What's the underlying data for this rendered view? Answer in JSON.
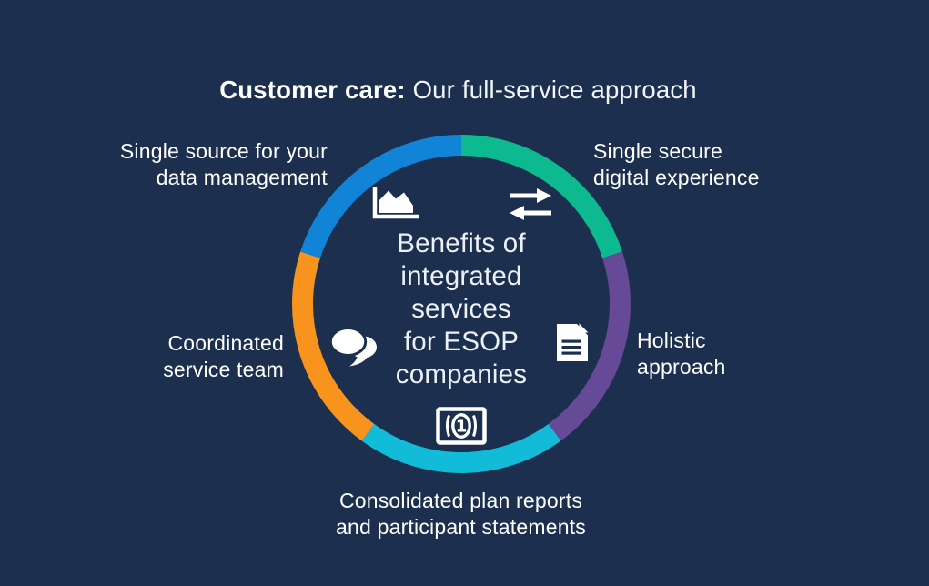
{
  "colors": {
    "background": "#1C2F4E",
    "text": "#FFFFFF",
    "center_text": "#EDF1F6",
    "icon": "#FFFFFF",
    "segment_green": "#0DBA90",
    "segment_purple": "#664A97",
    "segment_cyan": "#12BCD8",
    "segment_orange": "#F8941D",
    "segment_blue": "#1184D8"
  },
  "title": {
    "bold": "Customer care:",
    "regular": " Our full-service approach"
  },
  "center_text": {
    "lines": [
      "Benefits of",
      "integrated",
      "services",
      "for ESOP",
      "companies"
    ]
  },
  "ring": {
    "segments": [
      {
        "name": "single-secure-digital-experience",
        "color": "#0DBA90",
        "start_deg": 0,
        "end_deg": 72
      },
      {
        "name": "holistic-approach",
        "color": "#664A97",
        "start_deg": 72,
        "end_deg": 144
      },
      {
        "name": "consolidated-plan-reports",
        "color": "#12BCD8",
        "start_deg": 144,
        "end_deg": 216
      },
      {
        "name": "coordinated-service-team",
        "color": "#F8941D",
        "start_deg": 216,
        "end_deg": 288
      },
      {
        "name": "single-source-data-management",
        "color": "#1184D8",
        "start_deg": 288,
        "end_deg": 360
      }
    ]
  },
  "labels": {
    "top_left": {
      "line1": "Single source for your",
      "line2": "data management"
    },
    "top_right": {
      "line1": "Single secure",
      "line2": "digital experience"
    },
    "right": {
      "line1": "Holistic",
      "line2": "approach"
    },
    "left": {
      "line1": "Coordinated",
      "line2": "service team"
    },
    "bottom": {
      "line1": "Consolidated plan reports",
      "line2": "and participant statements"
    }
  },
  "icons": {
    "area_chart": "area-chart-icon",
    "transfer_arrows": "transfer-arrows-icon",
    "document": "document-icon",
    "speech_bubbles": "speech-bubbles-icon",
    "money_bill": "money-bill-icon"
  }
}
